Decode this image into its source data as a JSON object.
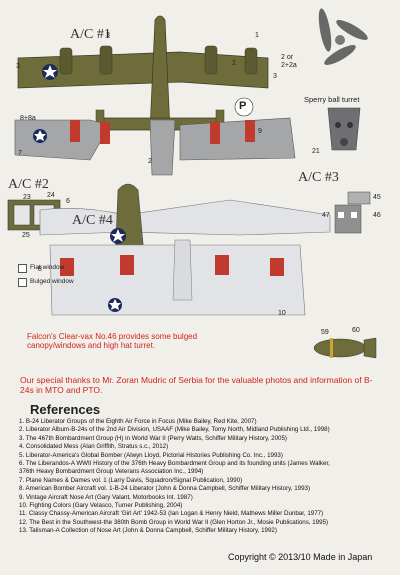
{
  "aircraft": {
    "ac1": "A/C #1",
    "ac2": "A/C #2",
    "ac3": "A/C #3",
    "ac4": "A/C #4"
  },
  "callouts": {
    "n3a": "3",
    "n3b": "3",
    "n1": "1",
    "n2": "2",
    "n2c": "2",
    "n8_8a": "8+8a",
    "n9": "9",
    "n3c": "3",
    "n7": "7",
    "n8": "8",
    "n10": "10",
    "n21": "21",
    "n23": "23",
    "n24": "24",
    "n6": "6",
    "n25": "25",
    "n45": "45",
    "n47": "47",
    "n46": "46",
    "n59": "59",
    "n60": "60",
    "prop_a": "2 or",
    "prop_b": "2+2a",
    "sperry": "Sperry ball turret",
    "tail_letter": "P"
  },
  "legend": {
    "flat": "Flat window",
    "bulged": "Bulged window"
  },
  "note": "Falcon's Clear-vax No.46 provides some bulged canopy/windows and high hat turret.",
  "thanks": "Our special thanks to Mr. Zoran Mudric of Serbia for the valuable photos and information of B-24s in MTO and PTO.",
  "references_title": "References",
  "references": [
    "1. B-24 Liberator Groups of the Eighth Air Force in Focus (Mike Bailey, Red Kite, 2007)",
    "2. Liberator Album-B-24s of the 2nd Air Division, USAAF (Mike Bailey, Tomy North, Midland Publishing Ltd., 1998)",
    "3. The 467th Bombardment Group (H) in World War II (Perry Watts, Schiffer Military History, 2005)",
    "4. Consolidated Mess (Alan Griffith, Stratus s.c., 2012)",
    "5. Liberator-America's Global Bomber (Alwyn Lloyd, Pictorial Histories Publishing Co. Inc., 1993)",
    "6. The Liberandos-A WWII History of the 376th Heavy Bombardment Group and its founding units (James Walker,",
    "376th Heavy Bombardment Group Veterans Association Inc., 1994)",
    "7. Plane Names & Dames vol. 1 (Larry Davis, Squadron/Signal Publication, 1990)",
    "8. American Bomber Aircraft vol. 1-B-24 Liberator (John & Donna Campbell, Schiffer Military History, 1993)",
    "9. Vintage Aircraft Nose Art (Gary Valant, Motorbooks Int. 1987)",
    "10. Fighting Colors (Gary Velasco, Turner Publishing, 2004)",
    "11. Classy Chassy-American Aircraft 'Girl Art' 1942-53 (Ian Logan & Henry Nield, Mathews Miller Dunbar, 1977)",
    "12. The Best in the Southwest-the 380th Bomb Group in World War II (Glen Horton Jr., Mosie Publications, 1995)",
    "13. Talisman-A Collection of Nose Art (John & Donna Campbell, Schiffer Military History, 1992)"
  ],
  "copyright": "Copyright  © 2013/10 Made in Japan",
  "colors": {
    "olive": "#6f6c3c",
    "gray": "#a5a6a8",
    "silver": "#e1e3e6",
    "red": "#d2241c"
  }
}
